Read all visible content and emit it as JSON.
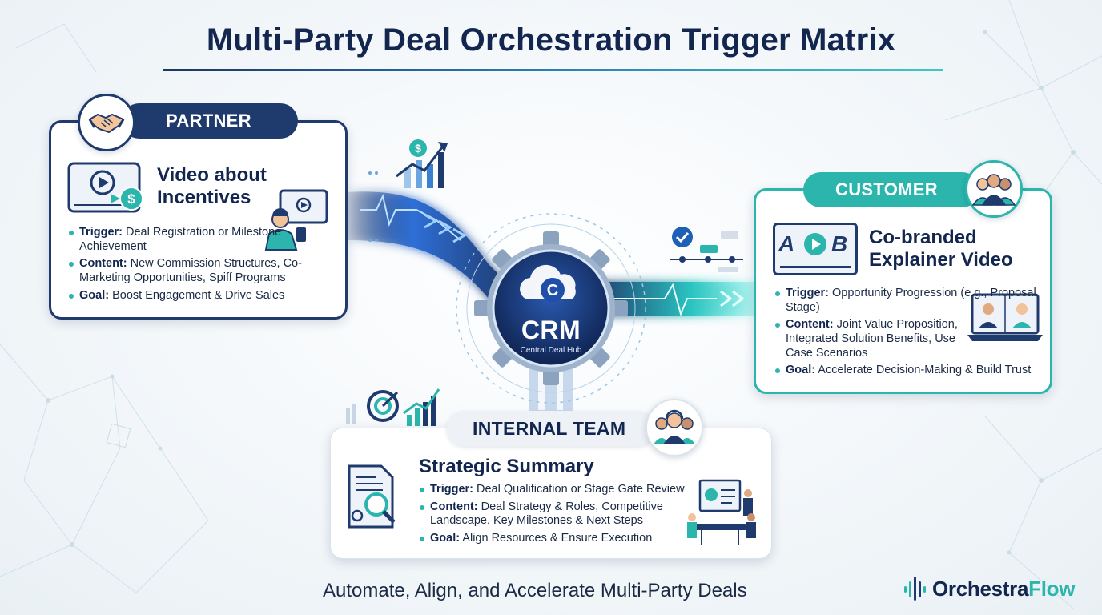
{
  "title": "Multi-Party Deal Orchestration Trigger Matrix",
  "hub": {
    "label": "CRM",
    "sublabel": "Central Deal Hub"
  },
  "partner": {
    "tag": "PARTNER",
    "icon": "handshake-icon",
    "video_title": "Video about Incentives",
    "trigger_label": "Trigger:",
    "trigger_text": "Deal Registration or Milestone Achievement",
    "content_label": "Content:",
    "content_text": "New Commission Structures, Co-Marketing Opportunities, Spiff Programs",
    "goal_label": "Goal:",
    "goal_text": "Boost Engagement & Drive Sales"
  },
  "customer": {
    "tag": "CUSTOMER",
    "icon": "customers-group-icon",
    "video_title": "Co-branded Explainer Video",
    "trigger_label": "Trigger:",
    "trigger_text": "Opportunity Progression (e.g., Proposal Stage)",
    "content_label": "Content:",
    "content_text": "Joint Value Proposition, Integrated Solution Benefits, Use Case Scenarios",
    "goal_label": "Goal:",
    "goal_text": "Accelerate Decision-Making & Build Trust",
    "logo_left": "A",
    "logo_right": "B"
  },
  "internal": {
    "tag": "INTERNAL TEAM",
    "icon": "team-headset-icon",
    "summary_title": "Strategic Summary",
    "trigger_label": "Trigger:",
    "trigger_text": "Deal Qualification or Stage Gate Review",
    "content_label": "Content:",
    "content_text": "Deal Strategy & Roles, Competitive Landscape, Key Milestones & Next Steps",
    "goal_label": "Goal:",
    "goal_text": "Align Resources & Ensure Execution"
  },
  "footer": {
    "tagline": "Automate, Align, and Accelerate Multi-Party Deals",
    "brand_main": "Orchestra",
    "brand_accent": "Flow"
  },
  "colors": {
    "navy": "#1f3a6d",
    "teal": "#2bb5ad",
    "glow_blue": "#2f8ef0",
    "ink": "#13264f"
  }
}
